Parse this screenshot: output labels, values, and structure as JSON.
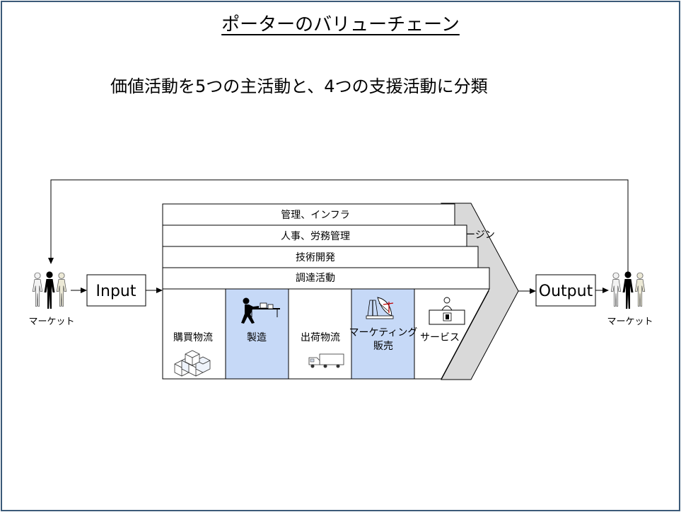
{
  "title": "ポーターのバリューチェーン",
  "subtitle": "価値活動を5つの主活動と、4つの支援活動に分類",
  "support_activities": [
    "管理、インフラ",
    "人事、労務管理",
    "技術開発",
    "調達活動"
  ],
  "primary_activities": [
    {
      "label_lines": [
        "購買物流"
      ],
      "highlighted": false,
      "icon": "boxes-icon"
    },
    {
      "label_lines": [
        "製造"
      ],
      "highlighted": true,
      "icon": "worker-at-conveyor-icon"
    },
    {
      "label_lines": [
        "出荷物流"
      ],
      "highlighted": false,
      "icon": "truck-icon"
    },
    {
      "label_lines": [
        "マーケティング",
        "販売"
      ],
      "highlighted": true,
      "icon": "satellite-dish-icon"
    },
    {
      "label_lines": [
        "サービス"
      ],
      "highlighted": false,
      "icon": "service-counter-icon"
    }
  ],
  "margin_label": "マージン",
  "input_label": "Input",
  "output_label": "Output",
  "market_left_label": "マーケット",
  "market_right_label": "マーケット",
  "colors": {
    "frame": "#3b5a78",
    "highlight": "#c6d9f7",
    "margin_arrow": "#d9d9d9"
  }
}
